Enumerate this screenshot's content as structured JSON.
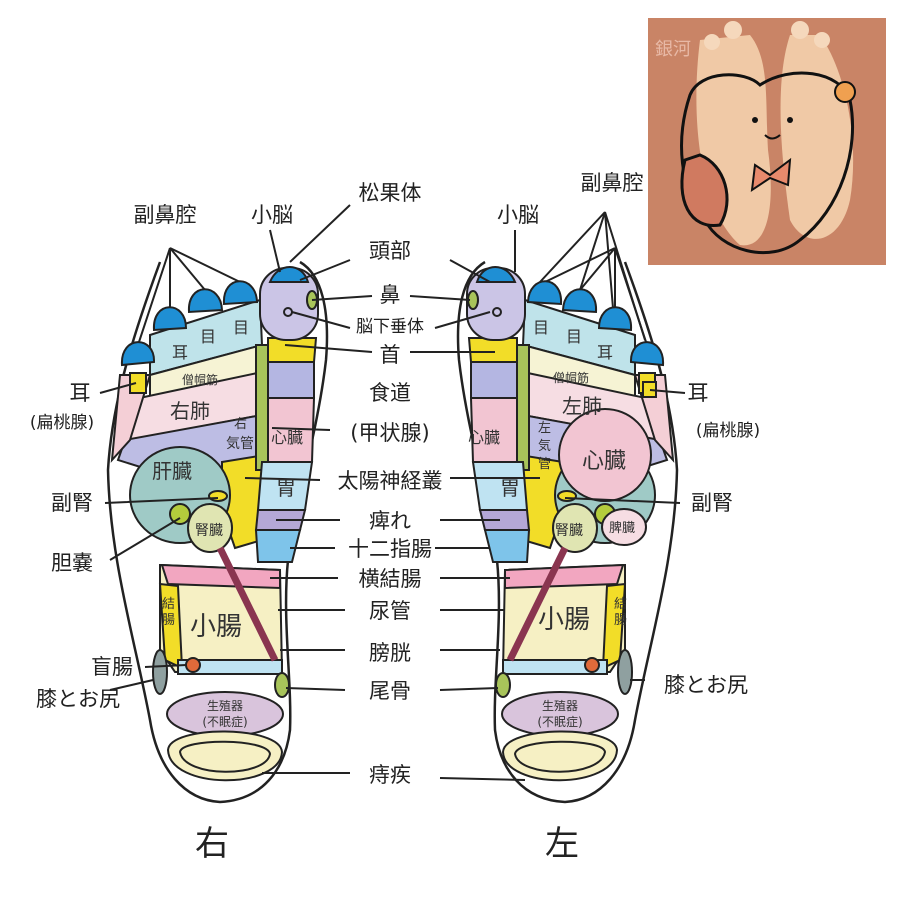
{
  "center_labels": {
    "pineal": "松果体",
    "head": "頭部",
    "nose": "鼻",
    "pituitary": "脳下垂体",
    "neck": "首",
    "esophagus": "食道",
    "thyroid": "(甲状腺)",
    "solar_plexus": "太陽神経叢",
    "numbness": "痺れ",
    "duodenum": "十二指腸",
    "transverse_colon": "横結腸",
    "ureter": "尿管",
    "bladder": "膀胱",
    "coccyx": "尾骨",
    "hemorrhoids": "痔疾"
  },
  "right_foot": {
    "caption": "右",
    "outer_labels": {
      "sinus": "副鼻腔",
      "cerebellum": "小脳",
      "ear": "耳",
      "tonsil": "(扁桃腺)",
      "adrenal": "副腎",
      "gallbladder": "胆嚢",
      "appendix": "盲腸",
      "knee_hip": "膝とお尻"
    },
    "zones": {
      "eye1": "目",
      "eye2": "目",
      "ear": "耳",
      "trapezius": "僧帽筋",
      "lung": "右肺",
      "bronchus_1": "右",
      "bronchus_2": "気管",
      "heart": "心臓",
      "liver": "肝臓",
      "stomach": "胃",
      "kidney": "腎臓",
      "colon_1": "結",
      "colon_2": "腸",
      "small_intestine": "小腸",
      "genitals": "生殖器",
      "insomnia": "(不眠症)"
    }
  },
  "left_foot": {
    "caption": "左",
    "outer_labels": {
      "sinus": "副鼻腔",
      "cerebellum": "小脳",
      "ear": "耳",
      "tonsil": "(扁桃腺)",
      "adrenal": "副腎",
      "knee_hip": "膝とお尻"
    },
    "zones": {
      "eye1": "目",
      "eye2": "目",
      "ear": "耳",
      "trapezius": "僧帽筋",
      "lung": "左肺",
      "bronchus_1": "左",
      "bronchus_2": "気",
      "bronchus_3": "管",
      "heart_small": "心臓",
      "heart": "心臓",
      "stomach": "胃",
      "kidney": "腎臓",
      "spleen": "脾臓",
      "colon_1": "結",
      "colon_2": "腸",
      "small_intestine": "小腸",
      "genitals": "生殖器",
      "insomnia": "(不眠症)"
    }
  },
  "inset": {
    "watermark": "銀河"
  }
}
